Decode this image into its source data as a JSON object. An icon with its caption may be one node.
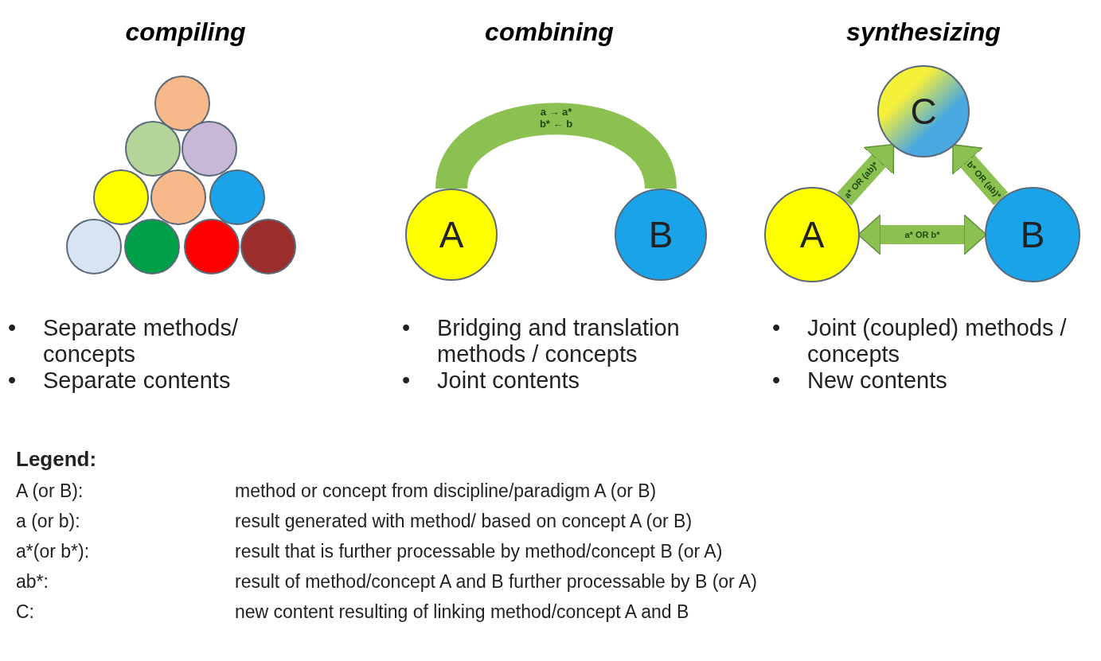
{
  "diagram": {
    "nodes": [
      {
        "text": [],
        "shape": "circle"
      },
      {
        "text": [],
        "shape": "circle"
      },
      {
        "text": [],
        "shape": "circle"
      },
      {
        "text": [],
        "shape": "circle"
      },
      {
        "text": [],
        "shape": "circle"
      },
      {
        "text": [],
        "shape": "circle"
      },
      {
        "text": [],
        "shape": "circle"
      },
      {
        "text": [],
        "shape": "circle"
      },
      {
        "text": [],
        "shape": "circle"
      },
      {
        "text": [],
        "shape": "circle"
      },
      {
        "text": [
          "A"
        ]
      },
      {
        "text": [
          "B"
        ]
      },
      {
        "text": [
          "C"
        ]
      },
      {
        "text": [
          "A"
        ]
      },
      {
        "text": [
          "B"
        ]
      }
    ],
    "edges": [
      {
        "from": 10,
        "to": 11,
        "arrow": "none",
        "label": "a → a* b* ← b"
      },
      {
        "from": 13,
        "to": 12,
        "arrow": "to",
        "label": "a* OR (ab)*"
      },
      {
        "from": 14,
        "to": 12,
        "arrow": "to",
        "label": "b* OR (ab)*"
      },
      {
        "from": 13,
        "to": 14,
        "arrow": "both",
        "label": "a* OR b*"
      }
    ],
    "labels": [
      "compiling",
      "combining",
      "synthesizing",
      "•",
      "Separate methods/ concepts",
      "•",
      "Separate contents",
      "•",
      "Bridging and translation methods / concepts",
      "•",
      "Joint contents",
      "•",
      "Joint (coupled) methods / concepts",
      "•",
      "New contents",
      "Legend:",
      "A (or B):",
      "method or concept from discipline/paradigm A (or B)",
      "a (or b):",
      "result generated with method/ based on concept A (or B)",
      "a*(or b*):",
      "result that is further processable by method/concept B (or A)",
      "ab*:",
      "result of method/concept A and B further processable by B (or A)",
      "C:",
      "new content resulting of linking method/concept A and B"
    ]
  }
}
